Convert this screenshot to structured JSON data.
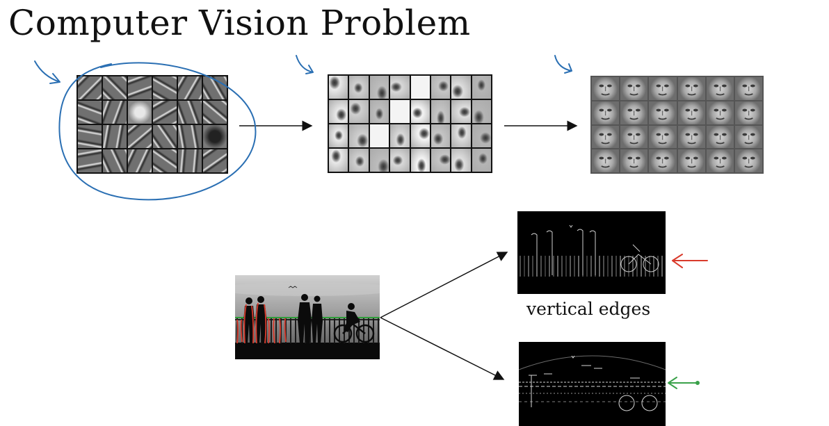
{
  "slide": {
    "title": "Computer Vision Problem",
    "caption_vertical": "vertical edges",
    "colors": {
      "ink": "#111111",
      "pen_blue": "#2a6fb3",
      "pen_red": "#d93a2b",
      "pen_green": "#3aa14a",
      "grass_line": "#2f9e3a"
    },
    "panels": {
      "edge_features": {
        "rows": 4,
        "cols": 6,
        "content": "oriented edge filters"
      },
      "part_features": {
        "rows": 4,
        "cols": 8,
        "content": "face part features"
      },
      "face_features": {
        "rows": 4,
        "cols": 6,
        "content": "face templates"
      }
    }
  }
}
